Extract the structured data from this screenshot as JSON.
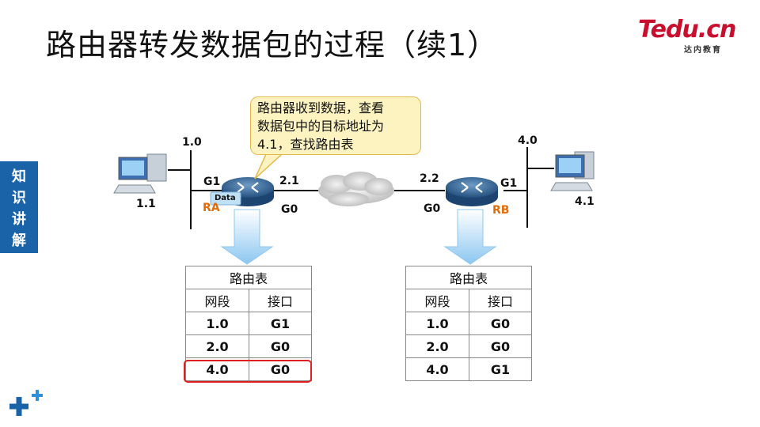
{
  "title": "路由器转发数据包的过程（续1）",
  "logo": {
    "main": "Tedu.cn",
    "sub": "达内教育"
  },
  "sidebar": {
    "chars": [
      "知",
      "识",
      "讲",
      "解"
    ]
  },
  "callout": {
    "lines": [
      "路由器收到数据，查看",
      "数据包中的目标地址为",
      "4.1，查找路由表"
    ]
  },
  "network": {
    "left_net": "1.0",
    "right_net": "4.0",
    "left_host": "1.1",
    "right_host": "4.1",
    "ra": {
      "name": "RA",
      "g1": "G1",
      "g0": "G0",
      "wan_ip": "2.1"
    },
    "rb": {
      "name": "RB",
      "g1": "G1",
      "g0": "G0",
      "wan_ip": "2.2"
    },
    "packet_label": "Data"
  },
  "tables": [
    {
      "title": "路由表",
      "headers": [
        "网段",
        "接口"
      ],
      "rows": [
        [
          "1.0",
          "G1"
        ],
        [
          "2.0",
          "G0"
        ],
        [
          "4.0",
          "G0"
        ]
      ],
      "highlight_row": 2
    },
    {
      "title": "路由表",
      "headers": [
        "网段",
        "接口"
      ],
      "rows": [
        [
          "1.0",
          "G0"
        ],
        [
          "2.0",
          "G0"
        ],
        [
          "4.0",
          "G1"
        ]
      ]
    }
  ],
  "colors": {
    "sidebar": "#1b63a8",
    "accent_orange": "#e36c09",
    "highlight": "#e02020",
    "callout_bg": "#fdf3c0",
    "logo_red": "#c8102e"
  }
}
